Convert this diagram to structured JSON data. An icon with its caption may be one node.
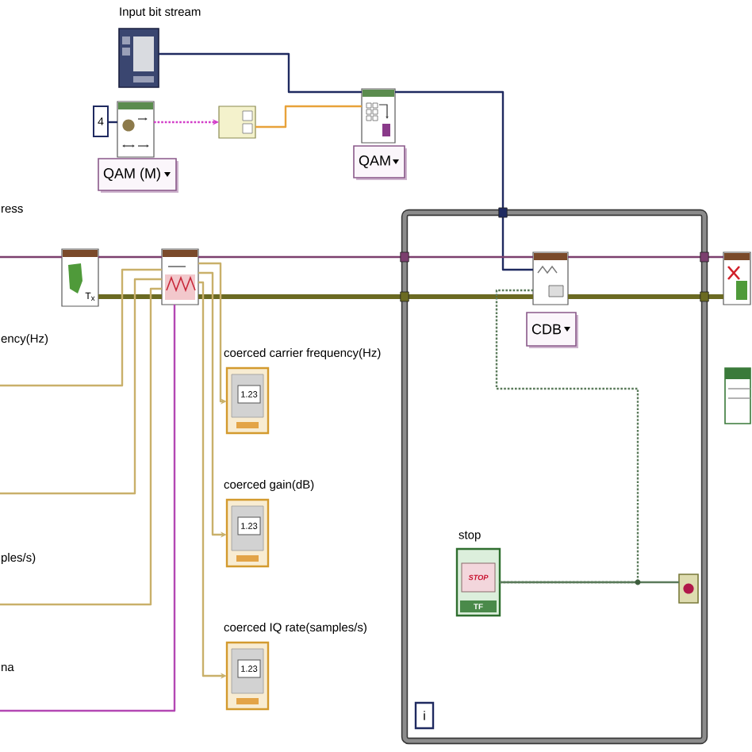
{
  "diagram": {
    "nodes": [
      {
        "text": [
          "Input bit stream"
        ]
      },
      {
        "text": [
          "4"
        ]
      },
      {
        "text": [],
        "shape": "picture"
      },
      {
        "text": [
          "QAM (M)"
        ]
      },
      {
        "text": [],
        "shape": "picture"
      },
      {
        "text": [],
        "shape": "picture"
      },
      {
        "text": [
          "QAM"
        ]
      },
      {
        "text": [
          "T$_{x}$"
        ]
      },
      {
        "text": [],
        "shape": "picture"
      },
      {
        "text": [],
        "shape": "box"
      },
      {
        "text": [],
        "shape": "picture",
        "in": 9
      },
      {
        "text": [
          "CDB"
        ],
        "in": 9
      },
      {
        "text": [
          "stop",
          "STOP",
          "TF"
        ],
        "in": 9
      },
      {
        "text": [],
        "shape": "picture",
        "in": 9
      },
      {
        "text": [
          "i"
        ],
        "in": 9
      },
      {
        "text": [],
        "shape": "picture"
      },
      {
        "text": [],
        "shape": "box"
      },
      {
        "text": [
          "coerced carrier frequency(Hz)",
          "1.23"
        ]
      },
      {
        "text": [
          "coerced gain(dB)",
          "1.23"
        ]
      },
      {
        "text": [
          "coerced IQ rate(samples/s)",
          "1.23"
        ]
      }
    ],
    "edges": [
      {
        "from": 0,
        "to": 5,
        "arrow": "none",
        "color": "#1f2a60"
      },
      {
        "from": 5,
        "to": 10,
        "arrow": "none",
        "color": "#1f2a60"
      },
      {
        "from": 1,
        "to": 2,
        "arrow": "none",
        "color": "#1f2a60"
      },
      {
        "from": 2,
        "to": 4,
        "arrow": "to",
        "style": "dashed",
        "color": "#d23cc8"
      },
      {
        "from": 4,
        "to": 5,
        "arrow": "none",
        "color": "#e8a23a"
      },
      {
        "from": null,
        "to": 7,
        "arrow": "none",
        "color": "#7b3f6e"
      },
      {
        "from": 7,
        "to": 8,
        "arrow": "none",
        "color": "#7b3f6e"
      },
      {
        "from": 8,
        "to": 10,
        "arrow": "none",
        "color": "#7b3f6e"
      },
      {
        "from": 10,
        "to": 15,
        "arrow": "none",
        "color": "#7b3f6e"
      },
      {
        "from": 7,
        "to": 8,
        "arrow": "none",
        "style": "thick",
        "color": "#6b6a22"
      },
      {
        "from": 8,
        "to": 10,
        "arrow": "none",
        "style": "thick",
        "color": "#6b6a22"
      },
      {
        "from": 10,
        "to": 15,
        "arrow": "none",
        "style": "thick",
        "color": "#6b6a22"
      },
      {
        "from": null,
        "to": 8,
        "arrow": "none"
      },
      {
        "from": null,
        "to": 8,
        "arrow": "none"
      },
      {
        "from": null,
        "to": 8,
        "arrow": "none"
      },
      {
        "from": null,
        "to": 8,
        "arrow": "none",
        "color": "#b347b3"
      },
      {
        "from": 8,
        "to": 17,
        "arrow": "to"
      },
      {
        "from": 8,
        "to": 18,
        "arrow": "to"
      },
      {
        "from": 8,
        "to": 19,
        "arrow": "to"
      },
      {
        "from": 12,
        "to": 13,
        "arrow": "none",
        "color": "#5a7a5a"
      },
      {
        "from": 12,
        "to": 10,
        "arrow": "none",
        "style": "dashed",
        "color": "#5a7a5a"
      }
    ],
    "labels": [
      "ress",
      "ency(Hz)",
      "ples/s)",
      "na"
    ]
  }
}
